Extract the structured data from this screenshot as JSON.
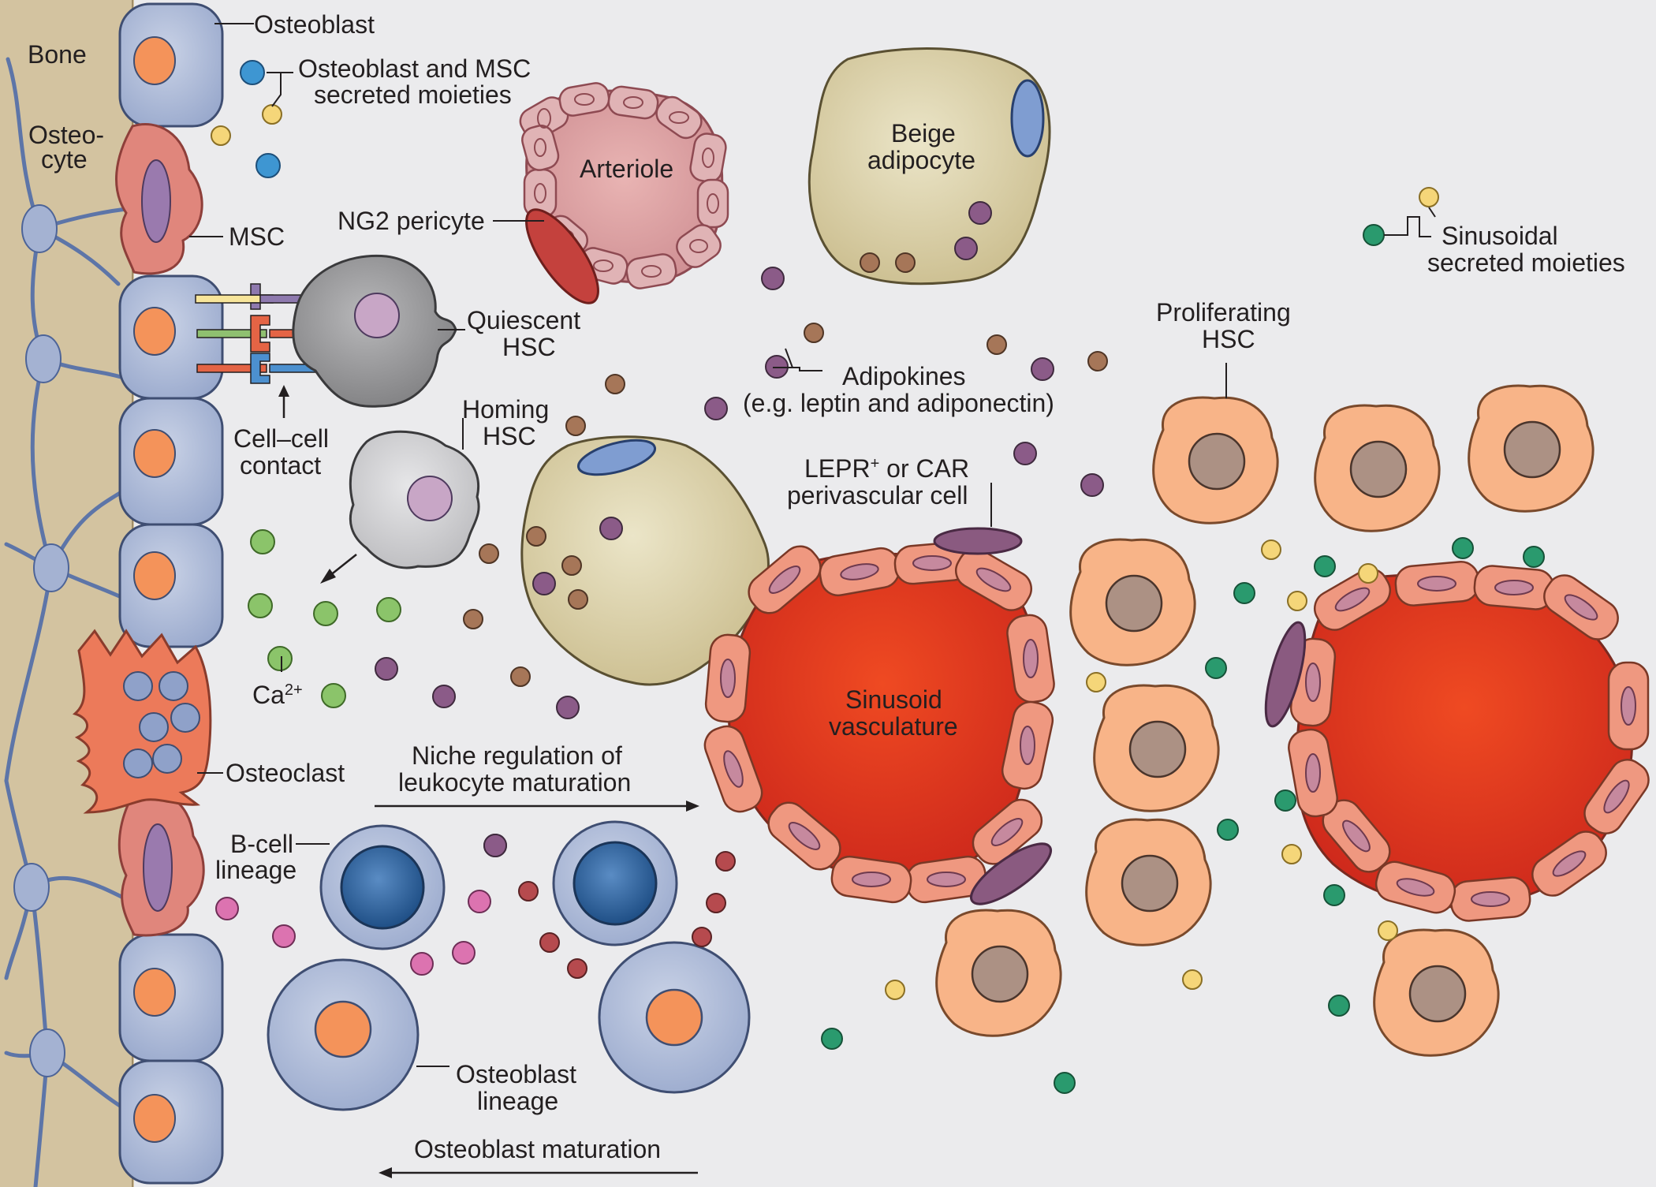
{
  "labels": {
    "bone": "Bone",
    "osteocyte_1": "Osteo-",
    "osteocyte_2": "cyte",
    "osteoblast": "Osteoblast",
    "osteoblast_msc_moieties_1": "Osteoblast and MSC",
    "osteoblast_msc_moieties_2": "secreted moieties",
    "msc": "MSC",
    "arteriole": "Arteriole",
    "ng2_pericyte": "NG2 pericyte",
    "beige_adipocyte_1": "Beige",
    "beige_adipocyte_2": "adipocyte",
    "sinusoidal_moieties_1": "Sinusoidal",
    "sinusoidal_moieties_2": "secreted moieties",
    "quiescent_hsc_1": "Quiescent",
    "quiescent_hsc_2": "HSC",
    "cell_cell_contact_1": "Cell–cell",
    "cell_cell_contact_2": "contact",
    "adipokines_1": "Adipokines",
    "adipokines_2": "(e.g. leptin and adiponectin)",
    "proliferating_hsc_1": "Proliferating",
    "proliferating_hsc_2": "HSC",
    "homing_hsc_1": "Homing",
    "homing_hsc_2": "HSC",
    "lepr_1": "LEPR",
    "lepr_sup": "+",
    "lepr_2": " or CAR",
    "lepr_3": "perivascular cell",
    "calcium": "Ca",
    "calcium_sup": "2+",
    "sinusoid_1": "Sinusoid",
    "sinusoid_2": "vasculature",
    "osteoclast": "Osteoclast",
    "niche_regulation_1": "Niche regulation of",
    "niche_regulation_2": "leukocyte maturation",
    "b_cell_1": "B-cell",
    "b_cell_2": "lineage",
    "osteoblast_lineage_1": "Osteoblast",
    "osteoblast_lineage_2": "lineage",
    "osteoblast_maturation": "Osteoblast maturation"
  },
  "colors": {
    "background": "#ebebed",
    "bone": "#d3c3a0",
    "osteoblast": "#b4c0da",
    "nucleus_orange": "#f4935a",
    "msc": "#e0867c",
    "msc_nucleus": "#9a7aae",
    "arteriole": "#d49e9f",
    "adipocyte": "#ddd3a9",
    "hsc_grey": "#9c9c9e",
    "hsc_purple_nucleus": "#c8a6c6",
    "proliferating_hsc": "#f8b488",
    "hsc_brown_nucleus": "#ac9184",
    "sinusoid_lumen": "#df3b20",
    "endothelium": "#ef9880",
    "perivascular": "#8a5a80",
    "osteocyte": "#a4b2d2",
    "canaliculi": "#5d75a8",
    "moiety_blue": "#3e96d2",
    "moiety_yellow": "#f5d679",
    "moiety_green": "#2a9a6e",
    "calcium_green": "#8bc46a",
    "adipokine_purple": "#8b5b88",
    "adipokine_brown": "#a67658",
    "b_cell_nucleus": "#2c6298",
    "pink_moiety": "#dc73b0",
    "red_moiety": "#b64a4e"
  }
}
